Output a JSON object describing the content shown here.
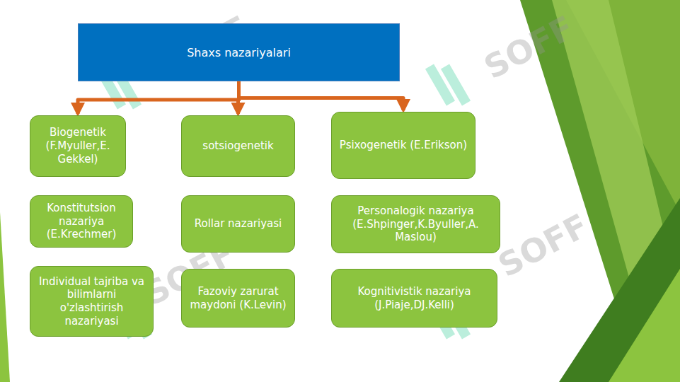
{
  "diagram": {
    "nodes": [
      {
        "text": [
          "Shaxs nazariyalari"
        ]
      },
      {
        "text": [
          "Biogenetik (F.Myuller,E. Gekkel)"
        ]
      },
      {
        "text": [
          "sotsiogenetik"
        ]
      },
      {
        "text": [
          "Psixogenetik (E.Erikson)"
        ]
      },
      {
        "text": [
          "Konstitutsion nazariya (E.Krechmer)"
        ]
      },
      {
        "text": [
          "Rollar nazariyasi"
        ]
      },
      {
        "text": [
          "Personalogik nazariya (E.Shpinger,K.Byuller,A. Maslou)"
        ]
      },
      {
        "text": [
          "Individual tajriba va bilimlarni o'zlashtirish nazariyasi"
        ]
      },
      {
        "text": [
          "Fazoviy zarurat maydoni (K.Levin)"
        ]
      },
      {
        "text": [
          "Kognitivistik nazariya (J.Piaje,DJ.Kelli)"
        ]
      }
    ],
    "edges": [
      {
        "from": 0,
        "to": 1,
        "arrow": "to"
      },
      {
        "from": 0,
        "to": 2,
        "arrow": "to"
      },
      {
        "from": 0,
        "to": 3,
        "arrow": "to"
      }
    ],
    "labels": [
      "SOFF",
      "SOFF",
      "SOFF",
      "SOFF"
    ]
  }
}
